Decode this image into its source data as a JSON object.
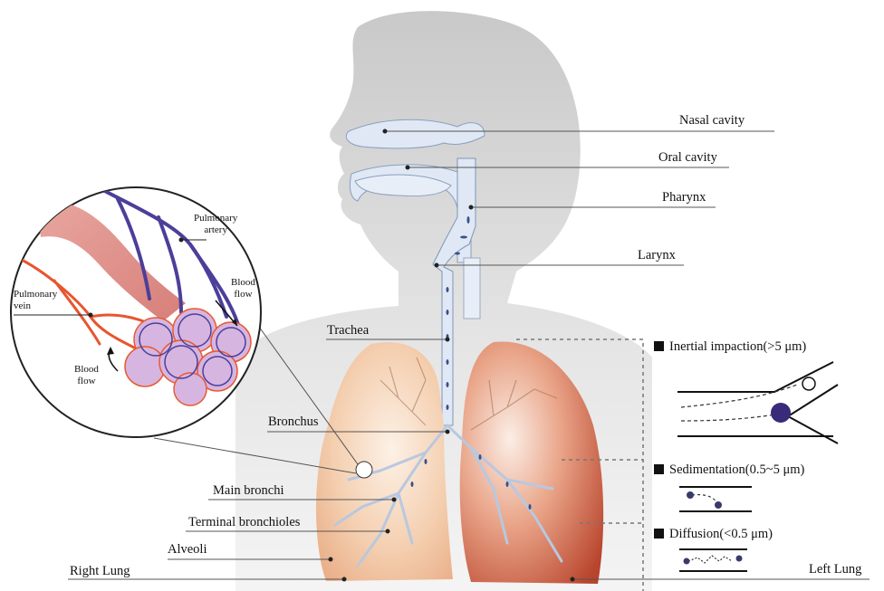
{
  "labels": {
    "nasal_cavity": "Nasal cavity",
    "oral_cavity": "Oral cavity",
    "pharynx": "Pharynx",
    "larynx": "Larynx",
    "trachea": "Trachea",
    "bronchus": "Bronchus",
    "main_bronchi": "Main bronchi",
    "terminal_bronchioles": "Terminal bronchioles",
    "alveoli": "Alveoli",
    "right_lung": "Right Lung",
    "left_lung": "Left Lung"
  },
  "inset": {
    "pulmonary_artery_1": "Pulmonary",
    "pulmonary_artery_2": "artery",
    "pulmonary_vein_1": "Pulmonary",
    "pulmonary_vein_2": "vein",
    "blood_flow_1a": "Blood",
    "blood_flow_1b": "flow",
    "blood_flow_2a": "Blood",
    "blood_flow_2b": "flow"
  },
  "mechanisms": {
    "inertial": "Inertial impaction(>5 μm)",
    "sedimentation": "Sedimentation(0.5~5 μm)",
    "diffusion": "Diffusion(<0.5 μm)"
  },
  "colors": {
    "head": "#d9d9d9",
    "airway": "#dfe8f4",
    "lung_right": "#f3c9a8",
    "lung_left": "#c85a40",
    "artery": "#4b3f9a",
    "vein": "#e8552e"
  }
}
